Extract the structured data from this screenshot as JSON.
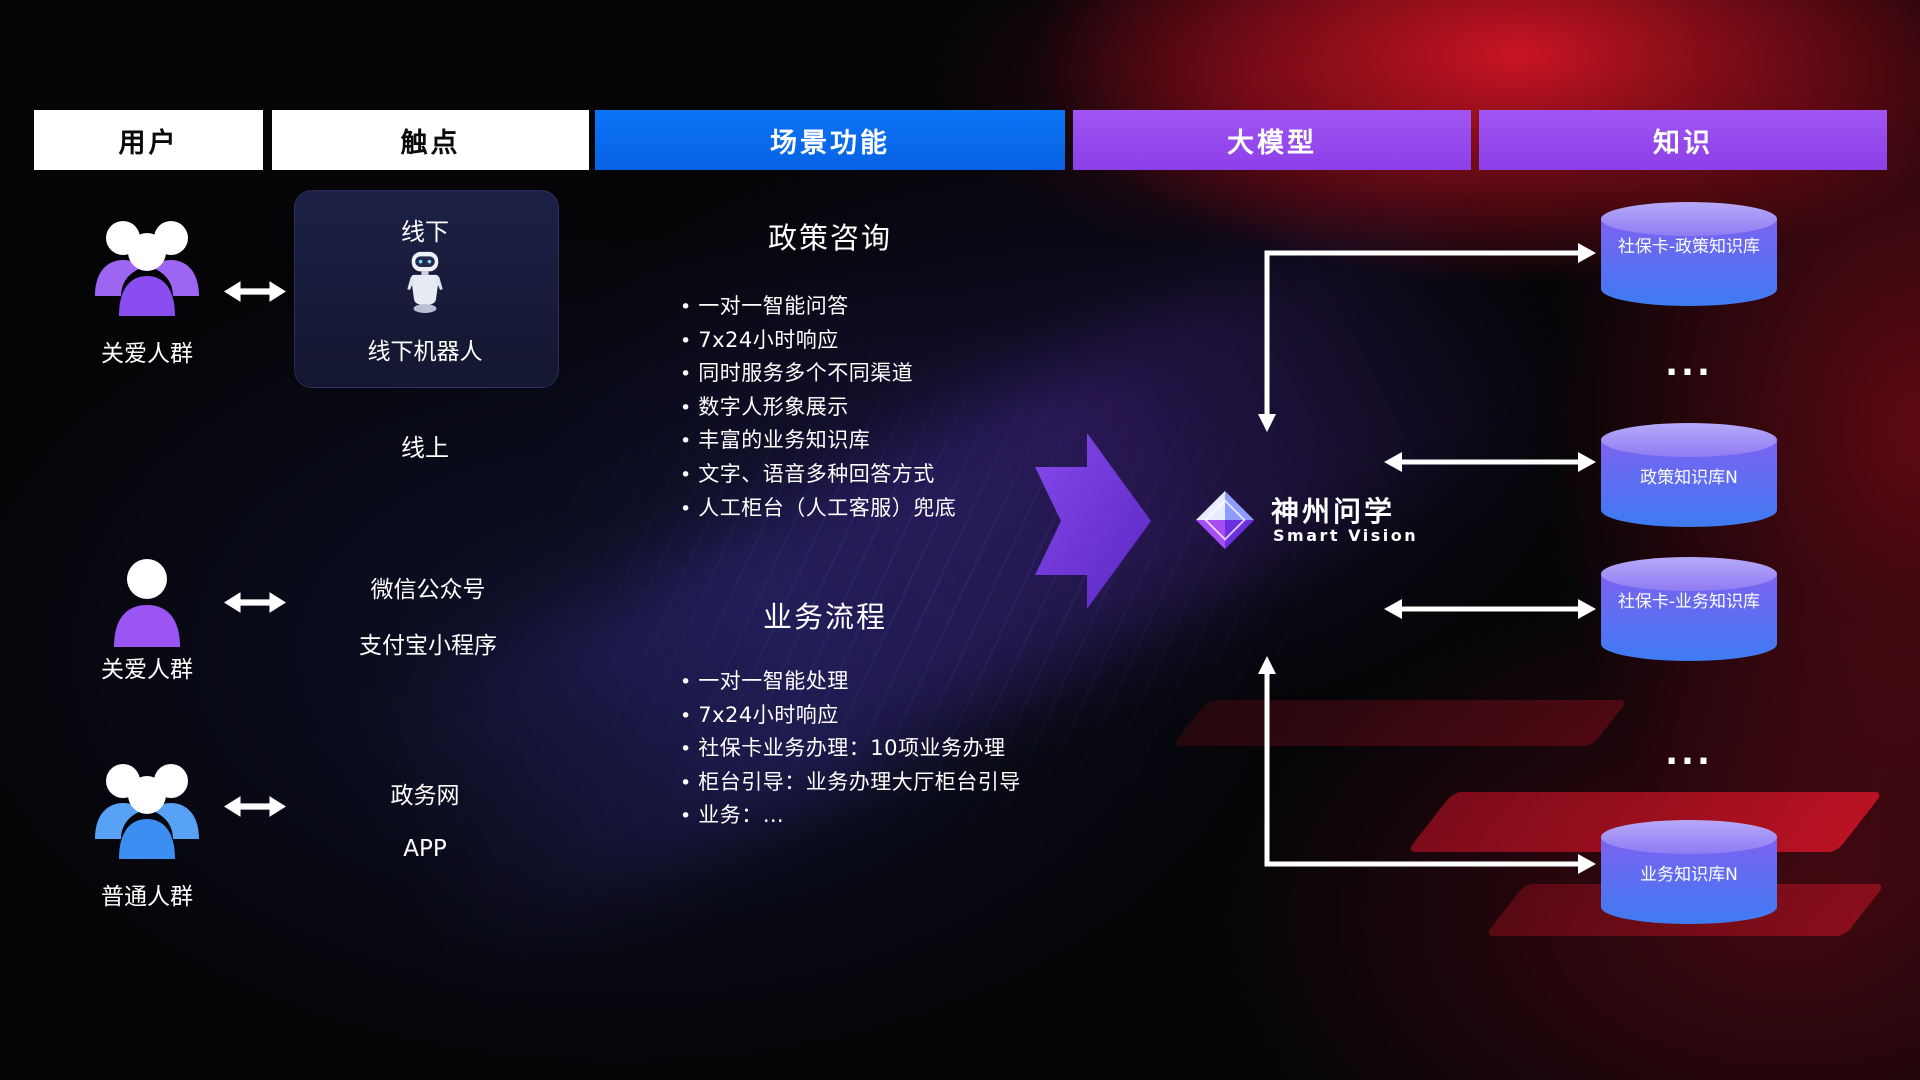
{
  "header": {
    "columns": [
      {
        "label": "用户"
      },
      {
        "label": "触点"
      },
      {
        "label": "场景功能"
      },
      {
        "label": "大模型"
      },
      {
        "label": "知识"
      }
    ]
  },
  "colors": {
    "header_blue": "#0a6cf2",
    "header_purple": "#9a4ff0",
    "flow_arrow_purple": "#7b3ae8",
    "db_top": "#ab9cf6",
    "db_body_bottom": "#3e7cf1",
    "background_red_glow": "#c01020"
  },
  "users": [
    {
      "label": "关爱人群",
      "icon": "group-purple"
    },
    {
      "label": "关爱人群",
      "icon": "person-purple"
    },
    {
      "label": "普通人群",
      "icon": "group-blue"
    }
  ],
  "touchpoints": {
    "offline_title": "线下",
    "offline_robot_label": "线下机器人",
    "online_title": "线上",
    "wechat": "微信公众号",
    "alipay": "支付宝小程序",
    "gov_web": "政务网",
    "app": "APP"
  },
  "scenarios": [
    {
      "title": "政策咨询",
      "items": [
        "一对一智能问答",
        "7x24小时响应",
        "同时服务多个不同渠道",
        "数字人形象展示",
        "丰富的业务知识库",
        "文字、语音多种回答方式",
        "人工柜台（人工客服）兜底"
      ]
    },
    {
      "title": "业务流程",
      "items": [
        "一对一智能处理",
        "7x24小时响应",
        "社保卡业务办理：10项业务办理",
        "柜台引导：业务办理大厅柜台引导",
        "业务：…"
      ]
    }
  ],
  "model": {
    "name": "神州问学",
    "subtitle": "Smart Vision"
  },
  "knowledge": {
    "db1": "社保卡-政策知识库",
    "db2": "政策知识库N",
    "db3": "社保卡-业务知识库",
    "db4": "业务知识库N",
    "ellipsis1": "...",
    "ellipsis2": "..."
  }
}
